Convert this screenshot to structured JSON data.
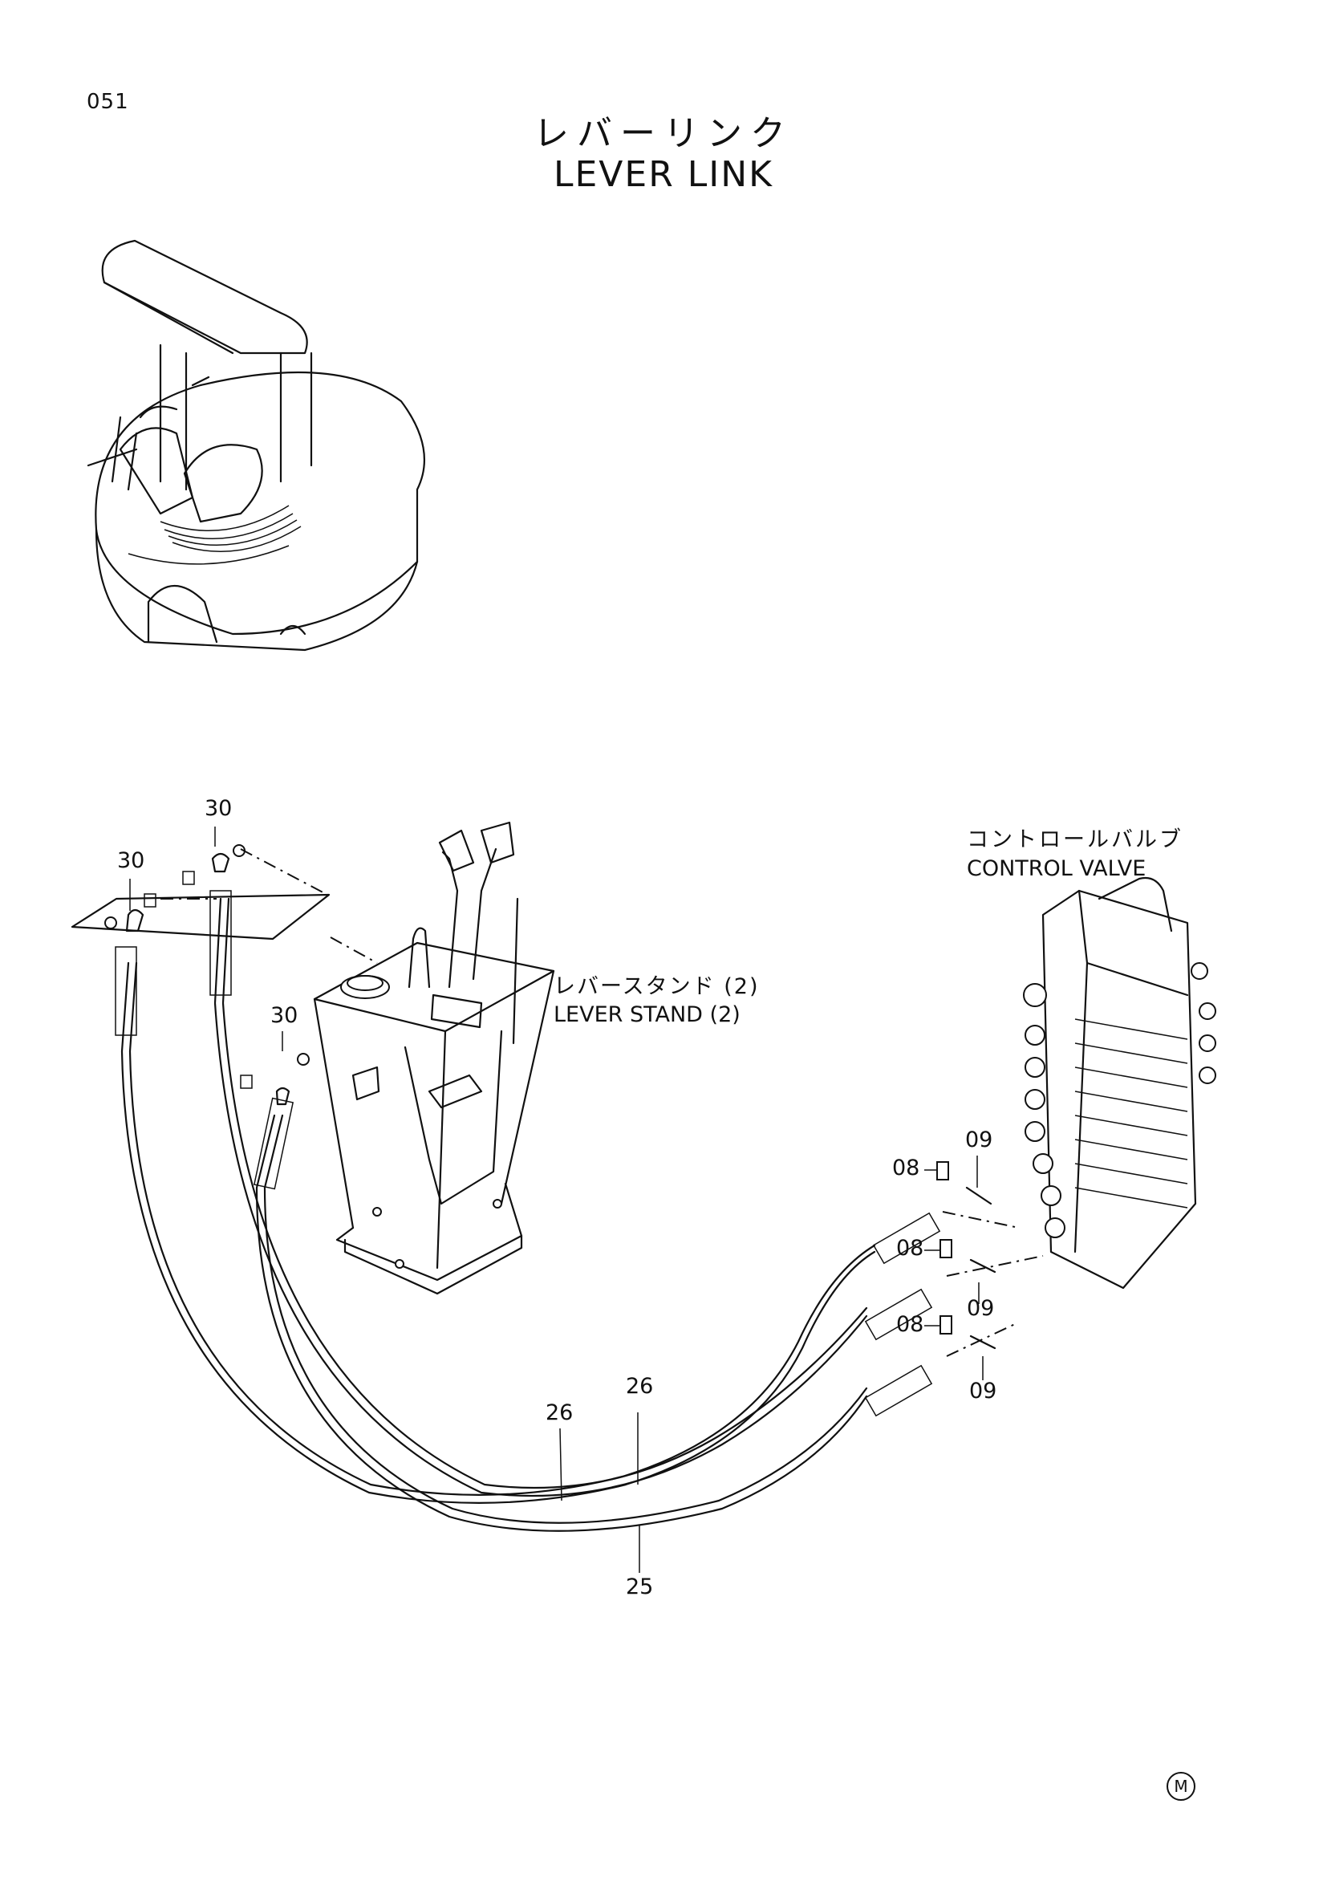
{
  "page": {
    "number": "051"
  },
  "title": {
    "japanese": "レバーリンク",
    "english": "LEVER LINK"
  },
  "labels": {
    "control_valve_jp": "コントロールバルブ",
    "control_valve_en": "CONTROL VALVE",
    "lever_stand_jp": "レバースタンド (2)",
    "lever_stand_en": "LEVER STAND (2)"
  },
  "callouts": {
    "c30_a": "30",
    "c30_b": "30",
    "c30_c": "30",
    "c08_a": "08",
    "c08_b": "08",
    "c08_c": "08",
    "c09_a": "09",
    "c09_b": "09",
    "c09_c": "09",
    "c26_a": "26",
    "c26_b": "26",
    "c25": "25"
  },
  "footer": {
    "mark": "M"
  }
}
